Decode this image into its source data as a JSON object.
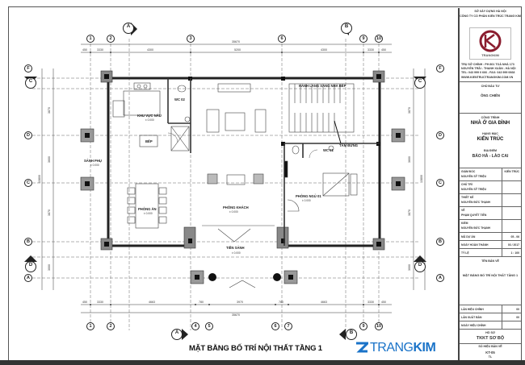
{
  "drawing": {
    "title": "MẶT BẰNG BỐ TRÍ NỘI THẤT TẦNG 1",
    "brand_prefix": "TRANG",
    "brand_suffix": "KIM",
    "brand_color": "#1a73c8"
  },
  "axes": {
    "top": [
      "1",
      "2",
      "3",
      "6",
      "9",
      "10"
    ],
    "bottom": [
      "1",
      "2",
      "4",
      "5",
      "6",
      "7",
      "9",
      "10"
    ],
    "left": [
      "F",
      "D",
      "C",
      "B",
      "A"
    ],
    "right": [
      "F",
      "D",
      "C",
      "B",
      "A"
    ],
    "section_markers": [
      {
        "id": "A",
        "ref": "KT-"
      },
      {
        "id": "B",
        "ref": "KT-"
      },
      {
        "id": "C",
        "ref": "KT-"
      },
      {
        "id": "D",
        "ref": "KT-"
      }
    ]
  },
  "dimensions": {
    "top_total": "35670",
    "top_segments": [
      "450",
      "3330",
      "4300",
      "5200",
      "4300",
      "3330",
      "450"
    ],
    "bottom_total": "35670",
    "bottom_segments": [
      "450",
      "3330",
      "4663",
      "780",
      "3970",
      "780",
      "4663",
      "3330",
      "450"
    ],
    "left_total": "13800",
    "left_segments": [
      "450",
      "3870",
      "3600",
      "3870",
      "3000",
      "450"
    ],
    "right_total": "13800",
    "right_segments": [
      "450",
      "3870",
      "3600",
      "3870",
      "3000",
      "450"
    ]
  },
  "rooms": [
    {
      "name": "KHU VỰC NẤU",
      "level": "± 0.000"
    },
    {
      "name": "WC 02",
      "level": ""
    },
    {
      "name": "BẾP",
      "level": ""
    },
    {
      "name": "SẢNH PHỤ",
      "level": "± 0.000"
    },
    {
      "name": "PHÒNG ĂN",
      "level": "± 0.000"
    },
    {
      "name": "PHÒNG KHÁCH",
      "level": "± 0.000"
    },
    {
      "name": "HÀNH LANG SANG NHÀ BẾP",
      "level": ""
    },
    {
      "name": "WC 01",
      "level": ""
    },
    {
      "name": "TẮM ĐỨNG",
      "level": ""
    },
    {
      "name": "PHÒNG NGỦ 01",
      "level": "± 0.000"
    },
    {
      "name": "TIỀN SẢNH",
      "level": "± 0.000"
    }
  ],
  "title_block": {
    "header_line1": "SỞ XÂY DỰNG HÀ NỘI",
    "header_line2": "CÔNG TY CỔ PHẦN KIẾN TRÚC TRANG KIM",
    "logo_text": "TRANGKIM",
    "address": "TRỤ SỞ CHÍNH : PH 801 TOÀ NHÀ 173 NGUYỄN TRÃI - THANH XUÂN - HÀ NỘI",
    "phone": "TEL: 043 999 0 666 - FAX: 043 999 0668",
    "web": "WWW.KIENTRUCTRANGKIM.COM.VN",
    "owner_label": "CHỦ ĐẦU TƯ",
    "owner": "ÔNG CHIẾN",
    "project_label": "CÔNG TRÌNH",
    "project": "NHÀ Ở GIA ĐÌNH",
    "category_label": "HẠNG MỤC",
    "category": "KIẾN TRÚC",
    "location_label": "ĐỊA ĐIỂM",
    "location": "BẢO HÀ - LÀO CAI",
    "rows": [
      {
        "label": "GIÁM ĐỐC",
        "name": "NGUYỄN SỸ TRIỆU",
        "right": "KIẾN TRÚC"
      },
      {
        "label": "CHỦ TRÌ",
        "name": "NGUYỄN SỸ TRIỆU",
        "right": ""
      },
      {
        "label": "THIẾT KẾ",
        "name": "NGUYỄN ĐỨC THẠNH",
        "right": ""
      },
      {
        "label": "VẼ",
        "name": "PHẠM QUYẾT TIẾN",
        "right": ""
      },
      {
        "label": "KIỂM",
        "name": "NGUYỄN ĐỨC THẠNH",
        "right": ""
      },
      {
        "label": "MÃ DỰ ÁN",
        "name": "",
        "right": "05 - 06"
      },
      {
        "label": "NGÀY HOÀN THÀNH",
        "name": "",
        "right": "03 / 2017"
      },
      {
        "label": "TỶ LỆ",
        "name": "",
        "right": "1 : 100"
      }
    ],
    "sheet_name_label": "TÊN BẢN VẼ",
    "sheet_name": "MẶT BẰNG BỐ TRÍ NỘI THẤT TẦNG 1",
    "rev_rows": [
      {
        "label": "LẦN HIỆU CHỈNH",
        "value": "00"
      },
      {
        "label": "LẦN XUẤT BẢN",
        "value": "00"
      },
      {
        "label": "NGÀY HIỆU CHỈNH",
        "value": ""
      }
    ],
    "phase_label": "HỒ SƠ",
    "phase": "TKKT SƠ BỘ",
    "sheet_no_label": "SỐ HIỆU BẢN VẼ",
    "sheet_no": "KT-05",
    "sheet_sub": "TL"
  }
}
